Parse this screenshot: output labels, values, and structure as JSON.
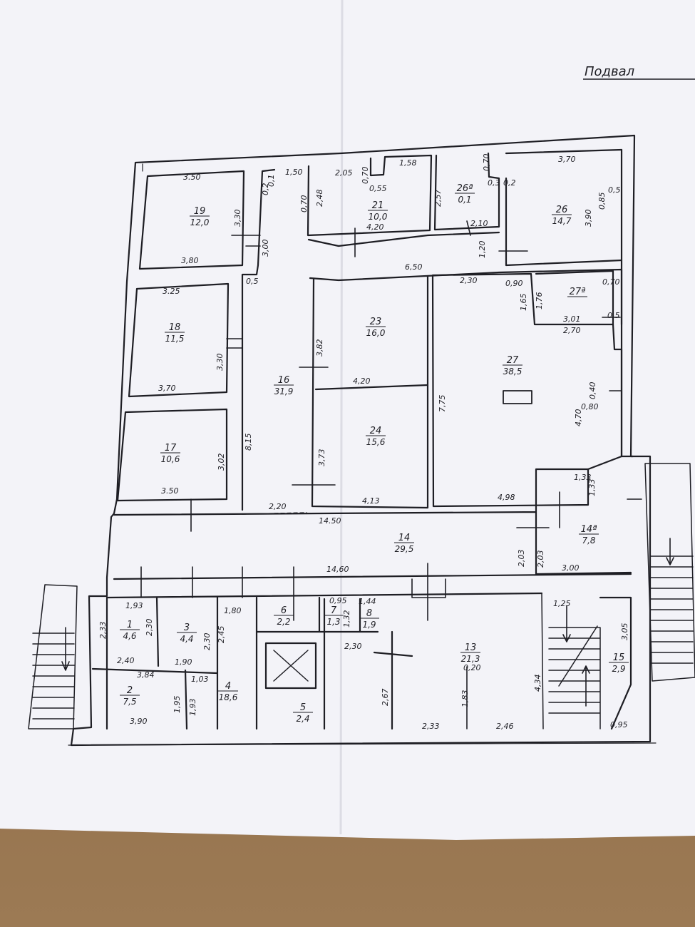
{
  "sheet": {
    "title": "Подвал",
    "paper_color": "#f4f4f8",
    "ink_color": "#1e1e24",
    "desk_color": "#9b7a55"
  },
  "rooms": [
    {
      "id": "1",
      "num": "1",
      "area": "4,6"
    },
    {
      "id": "2",
      "num": "2",
      "area": "7,5"
    },
    {
      "id": "3",
      "num": "3",
      "area": "4,4"
    },
    {
      "id": "4",
      "num": "4",
      "area": "18,6"
    },
    {
      "id": "5",
      "num": "5",
      "area": "2,4"
    },
    {
      "id": "6",
      "num": "6",
      "area": "2,2"
    },
    {
      "id": "7",
      "num": "7",
      "area": "1,3"
    },
    {
      "id": "8",
      "num": "8",
      "area": "1,9"
    },
    {
      "id": "13",
      "num": "13",
      "area": "21,3"
    },
    {
      "id": "14",
      "num": "14",
      "area": "29,5"
    },
    {
      "id": "14a",
      "num": "14ª",
      "area": "7,8"
    },
    {
      "id": "15",
      "num": "15",
      "area": "2,9"
    },
    {
      "id": "16",
      "num": "16",
      "area": "31,9"
    },
    {
      "id": "17",
      "num": "17",
      "area": "10,6"
    },
    {
      "id": "18",
      "num": "18",
      "area": "11,5"
    },
    {
      "id": "19",
      "num": "19",
      "area": "12,0"
    },
    {
      "id": "21",
      "num": "21",
      "area": "10,0"
    },
    {
      "id": "23",
      "num": "23",
      "area": "16,0"
    },
    {
      "id": "24",
      "num": "24",
      "area": "15,6"
    },
    {
      "id": "26",
      "num": "26",
      "area": "14,7"
    },
    {
      "id": "26a",
      "num": "26ª",
      "area": "0,1"
    },
    {
      "id": "27",
      "num": "27",
      "area": "38,5"
    },
    {
      "id": "27a",
      "num": "27ª",
      "area": ""
    }
  ],
  "dimensions": [
    "3.50",
    "3,30",
    "3,80",
    "3.25",
    "3,30",
    "3,70",
    "3,02",
    "3.50",
    "1,50",
    "0,2",
    "0,1",
    "0,70",
    "2,48",
    "2,05",
    "0,70",
    "0,55",
    "1,58",
    "4,20",
    "2,57",
    "0,70",
    "0,3",
    "0,2",
    "2,10",
    "3,70",
    "3,90",
    "0,85",
    "0,5",
    "3,00",
    "0,5",
    "6,50",
    "1,20",
    "2,30",
    "0,90",
    "0,70",
    "1,76",
    "1,65",
    "3,01",
    "2,70",
    "0,5",
    "3,82",
    "4,20",
    "8,15",
    "7,75",
    "3,73",
    "4,13",
    "4,98",
    "4,70",
    "0,40",
    "0,80",
    "1,33",
    "1,33",
    "2,20",
    "14.50",
    "2,03",
    "2,03",
    "3,00",
    "14,60",
    "1,93",
    "2,33",
    "2,30",
    "1,80",
    "2,30",
    "2,45",
    "0,95",
    "1,44",
    "1,32",
    "2,30",
    "1,25",
    "3,05",
    "4,34",
    "2,40",
    "1,90",
    "3,84",
    "1,03",
    "1,95",
    "1,93",
    "3,90",
    "2,67",
    "1,83",
    "0,20",
    "2,33",
    "2,46",
    "0,95"
  ]
}
